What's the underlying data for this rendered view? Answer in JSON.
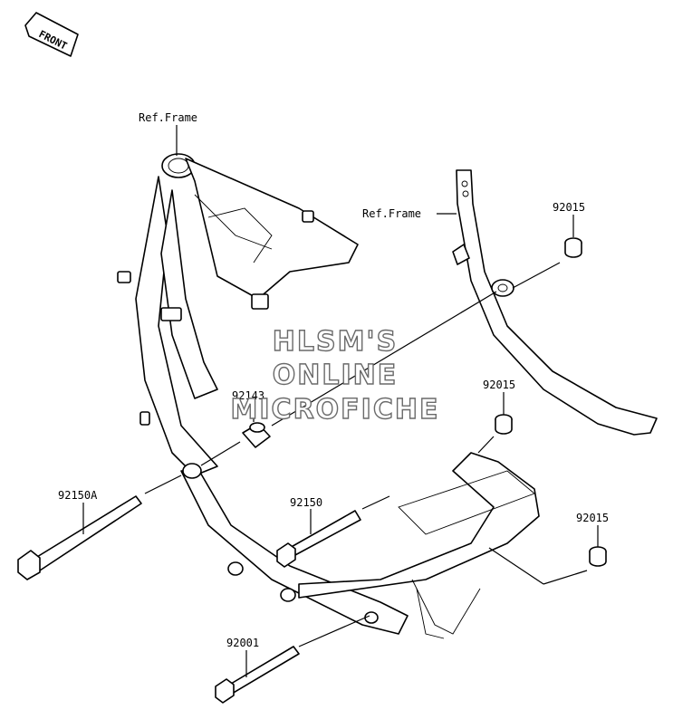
{
  "front_badge": "FRONT",
  "ref_frames": [
    "Ref.Frame",
    "Ref.Frame"
  ],
  "parts": [
    {
      "id": "92015",
      "label": "92015"
    },
    {
      "id": "92015",
      "label": "92015"
    },
    {
      "id": "92015",
      "label": "92015"
    },
    {
      "id": "92143",
      "label": "92143"
    },
    {
      "id": "92150A",
      "label": "92150A"
    },
    {
      "id": "92150",
      "label": "92150"
    },
    {
      "id": "92001",
      "label": "92001"
    }
  ],
  "watermark": [
    "HLSM'S",
    "ONLINE",
    "MICROFICHE"
  ],
  "colors": {
    "line": "#000000",
    "background": "#ffffff",
    "watermark_outline": "#6a6a6a"
  }
}
